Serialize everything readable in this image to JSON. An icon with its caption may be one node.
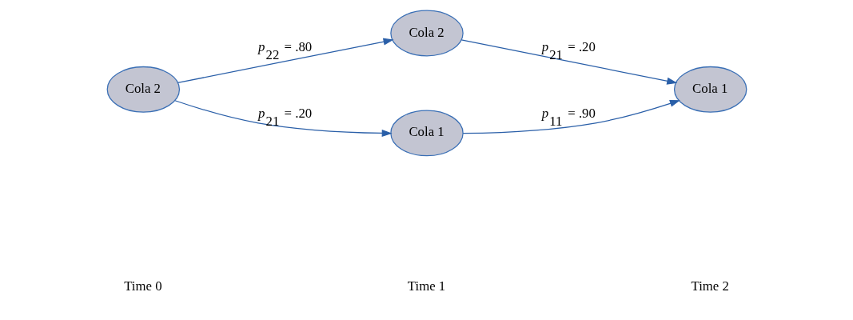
{
  "diagram": {
    "nodes": [
      {
        "text": [
          "Cola 2"
        ]
      },
      {
        "text": [
          "Cola 2"
        ]
      },
      {
        "text": [
          "Cola 1"
        ]
      },
      {
        "text": [
          "Cola 1"
        ]
      }
    ],
    "edges": [
      {
        "from": 0,
        "to": 1,
        "arrow": "to",
        "label": "*p*$_{22}$ = .80"
      },
      {
        "from": 0,
        "to": 2,
        "arrow": "to",
        "label": "*p*$_{21}$ = .20"
      },
      {
        "from": 1,
        "to": 3,
        "arrow": "to",
        "label": "*p*$_{21}$ = .20"
      },
      {
        "from": 2,
        "to": 3,
        "arrow": "to",
        "label": "*p*$_{11}$ = .90"
      }
    ],
    "labels": [
      "Time 0",
      "Time 1",
      "Time 2"
    ]
  }
}
